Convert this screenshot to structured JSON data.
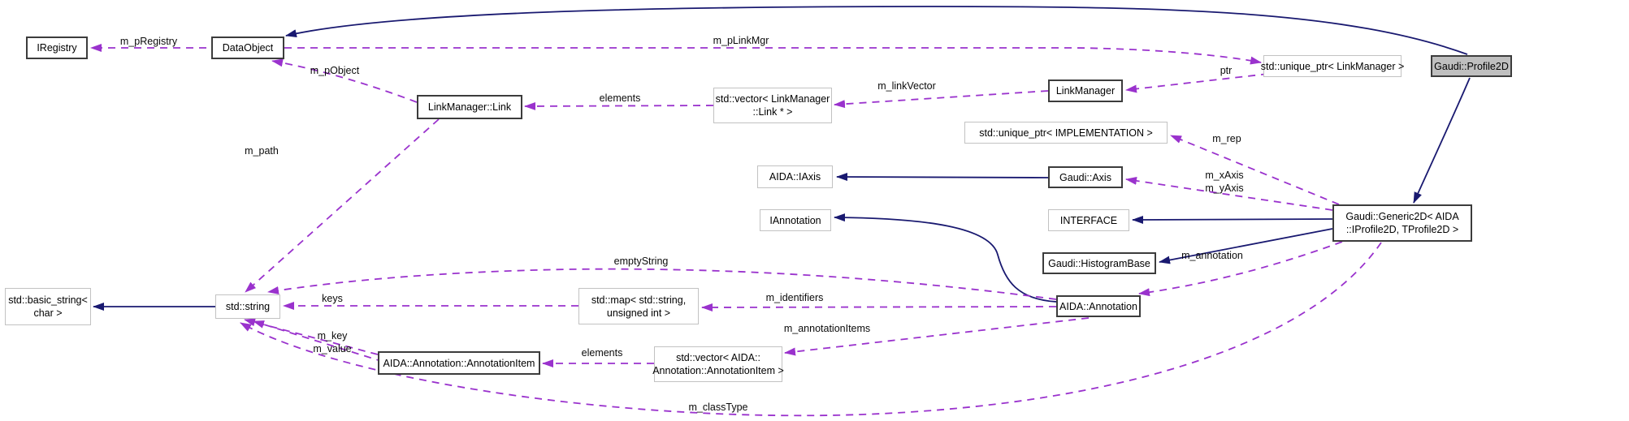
{
  "diagram_title": "Gaudi::Profile2D collaboration diagram",
  "colors": {
    "dashed_edge": "#9a32cd",
    "solid_edge": "#191970",
    "node_dark_border": "#3c3c3c",
    "node_light_border": "#c2c2c2",
    "highlight_fill": "#bfbfbf"
  },
  "nodes": {
    "iregistry": {
      "lines": [
        "IRegistry"
      ]
    },
    "dataobject": {
      "lines": [
        "DataObject"
      ]
    },
    "lm_link": {
      "lines": [
        "LinkManager::Link"
      ]
    },
    "vector_link": {
      "lines": [
        "std::vector< LinkManager",
        "::Link * >"
      ]
    },
    "linkmanager": {
      "lines": [
        "LinkManager"
      ]
    },
    "uptr_lm": {
      "lines": [
        "std::unique_ptr< LinkManager >"
      ]
    },
    "profile2d": {
      "lines": [
        "Gaudi::Profile2D"
      ]
    },
    "uptr_impl": {
      "lines": [
        "std::unique_ptr< IMPLEMENTATION >"
      ]
    },
    "aida_iaxis": {
      "lines": [
        "AIDA::IAxis"
      ]
    },
    "gaudi_axis": {
      "lines": [
        "Gaudi::Axis"
      ]
    },
    "iannotation": {
      "lines": [
        "IAnnotation"
      ]
    },
    "interface": {
      "lines": [
        "INTERFACE"
      ]
    },
    "histogrambase": {
      "lines": [
        "Gaudi::HistogramBase"
      ]
    },
    "generic2d": {
      "lines": [
        "Gaudi::Generic2D< AIDA",
        "::IProfile2D, TProfile2D >"
      ]
    },
    "aida_annotation": {
      "lines": [
        "AIDA::Annotation"
      ]
    },
    "basic_string": {
      "lines": [
        "std::basic_string<",
        "char >"
      ]
    },
    "std_string": {
      "lines": [
        "std::string"
      ]
    },
    "std_map": {
      "lines": [
        "std::map< std::string,",
        "unsigned int >"
      ]
    },
    "annotationitem": {
      "lines": [
        "AIDA::Annotation::AnnotationItem"
      ]
    },
    "vector_ai": {
      "lines": [
        "std::vector< AIDA::",
        "Annotation::AnnotationItem >"
      ]
    }
  },
  "edge_labels": {
    "m_pRegistry": "m_pRegistry",
    "m_pLinkMgr": "m_pLinkMgr",
    "m_pObject": "m_pObject",
    "elements_top": "elements",
    "m_linkVector": "m_linkVector",
    "ptr": "ptr",
    "m_rep": "m_rep",
    "m_xAxis": "m_xAxis",
    "m_yAxis": "m_yAxis",
    "m_path": "m_path",
    "m_annotation": "m_annotation",
    "emptyString": "emptyString",
    "keys": "keys",
    "m_identifiers": "m_identifiers",
    "m_key": "m_key",
    "m_value": "m_value",
    "m_annotationItems": "m_annotationItems",
    "elements_bottom": "elements",
    "m_classType": "m_classType"
  }
}
